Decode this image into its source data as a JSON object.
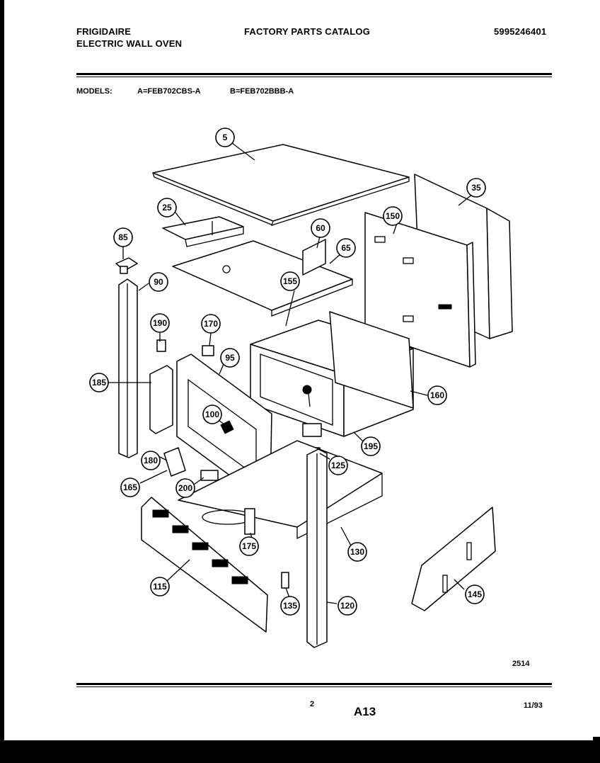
{
  "header": {
    "brand": "FRIGIDAIRE",
    "product": "ELECTRIC WALL OVEN",
    "catalog_title": "FACTORY PARTS CATALOG",
    "catalog_number": "5995246401"
  },
  "models": {
    "label": "MODELS:",
    "model_a": "A=FEB702CBS-A",
    "model_b": "B=FEB702BBB-A"
  },
  "diagram": {
    "callouts": [
      "5",
      "25",
      "35",
      "60",
      "65",
      "85",
      "90",
      "95",
      "100",
      "115",
      "120",
      "125",
      "130",
      "135",
      "145",
      "150",
      "155",
      "160",
      "165",
      "170",
      "175",
      "180",
      "185",
      "190",
      "195",
      "200"
    ]
  },
  "footer": {
    "drawing_number": "2514",
    "page_number": "2",
    "section_code": "A13",
    "date": "11/93"
  }
}
